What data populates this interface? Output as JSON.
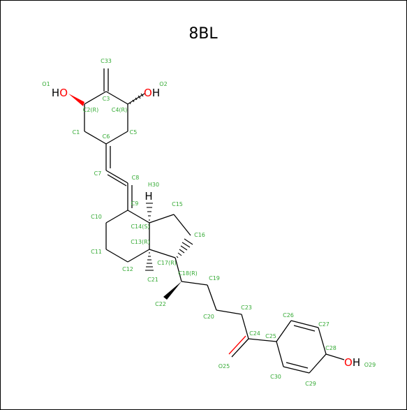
{
  "title": "8BL",
  "colors": {
    "bond": "#000000",
    "atom_label": "#33aa33",
    "oxygen": "#ff0000",
    "hetero_text": "#000000"
  },
  "atom_labels": [
    {
      "id": "o1",
      "text": "O1"
    },
    {
      "id": "o2",
      "text": "O2"
    },
    {
      "id": "c33",
      "text": "C33"
    },
    {
      "id": "c3",
      "text": "C3"
    },
    {
      "id": "c2",
      "text": "C2(R)"
    },
    {
      "id": "c4",
      "text": "C4(R)"
    },
    {
      "id": "c1",
      "text": "C1"
    },
    {
      "id": "c6",
      "text": "C6"
    },
    {
      "id": "c5",
      "text": "C5"
    },
    {
      "id": "c7",
      "text": "C7"
    },
    {
      "id": "c8",
      "text": "C8"
    },
    {
      "id": "h30",
      "text": "H30"
    },
    {
      "id": "c9",
      "text": "C9"
    },
    {
      "id": "c15",
      "text": "C15"
    },
    {
      "id": "c10",
      "text": "C10"
    },
    {
      "id": "c14",
      "text": "C14(S)"
    },
    {
      "id": "c16",
      "text": "C16"
    },
    {
      "id": "c13",
      "text": "C13(R)"
    },
    {
      "id": "c11",
      "text": "C11"
    },
    {
      "id": "c17",
      "text": "C17(R)"
    },
    {
      "id": "c12",
      "text": "C12"
    },
    {
      "id": "c18",
      "text": "C18(R)"
    },
    {
      "id": "c21",
      "text": "C21"
    },
    {
      "id": "c19",
      "text": "C19"
    },
    {
      "id": "c22",
      "text": "C22"
    },
    {
      "id": "c23",
      "text": "C23"
    },
    {
      "id": "c20",
      "text": "C20"
    },
    {
      "id": "c26",
      "text": "C26"
    },
    {
      "id": "c27",
      "text": "C27"
    },
    {
      "id": "c24",
      "text": "C24"
    },
    {
      "id": "c25",
      "text": "C25"
    },
    {
      "id": "c28",
      "text": "C28"
    },
    {
      "id": "o25",
      "text": "O25"
    },
    {
      "id": "o29",
      "text": "O29"
    },
    {
      "id": "c30",
      "text": "C30"
    },
    {
      "id": "c29",
      "text": "C29"
    }
  ],
  "hetero_labels": [
    {
      "id": "ho1",
      "prefix": "H",
      "main": "O",
      "suffix": ""
    },
    {
      "id": "oh2",
      "prefix": "",
      "main": "O",
      "suffix": "H"
    },
    {
      "id": "h30",
      "prefix": "",
      "main": "",
      "suffix": "H"
    },
    {
      "id": "oh29",
      "prefix": "",
      "main": "O",
      "suffix": "H"
    }
  ]
}
